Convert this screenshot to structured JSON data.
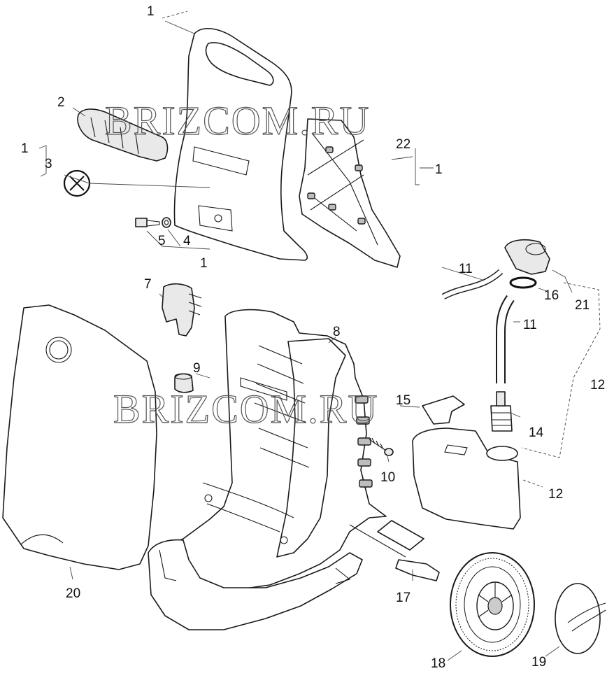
{
  "watermark": {
    "text": "BRIZCOM.RU",
    "color": "#555555"
  },
  "callouts": [
    {
      "id": "c1a",
      "label": "1"
    },
    {
      "id": "c2",
      "label": "2"
    },
    {
      "id": "c1b",
      "label": "1"
    },
    {
      "id": "c3",
      "label": "3"
    },
    {
      "id": "c22",
      "label": "22"
    },
    {
      "id": "c1c",
      "label": "1"
    },
    {
      "id": "c5",
      "label": "5"
    },
    {
      "id": "c4",
      "label": "4"
    },
    {
      "id": "c1d",
      "label": "1"
    },
    {
      "id": "c11a",
      "label": "11"
    },
    {
      "id": "c16",
      "label": "16"
    },
    {
      "id": "c21",
      "label": "21"
    },
    {
      "id": "c7",
      "label": "7"
    },
    {
      "id": "c8",
      "label": "8"
    },
    {
      "id": "c11b",
      "label": "11"
    },
    {
      "id": "c9",
      "label": "9"
    },
    {
      "id": "c12a",
      "label": "12"
    },
    {
      "id": "c15",
      "label": "15"
    },
    {
      "id": "c14",
      "label": "14"
    },
    {
      "id": "c10",
      "label": "10"
    },
    {
      "id": "c12b",
      "label": "12"
    },
    {
      "id": "c20",
      "label": "20"
    },
    {
      "id": "c17",
      "label": "17"
    },
    {
      "id": "c18",
      "label": "18"
    },
    {
      "id": "c19",
      "label": "19"
    }
  ]
}
